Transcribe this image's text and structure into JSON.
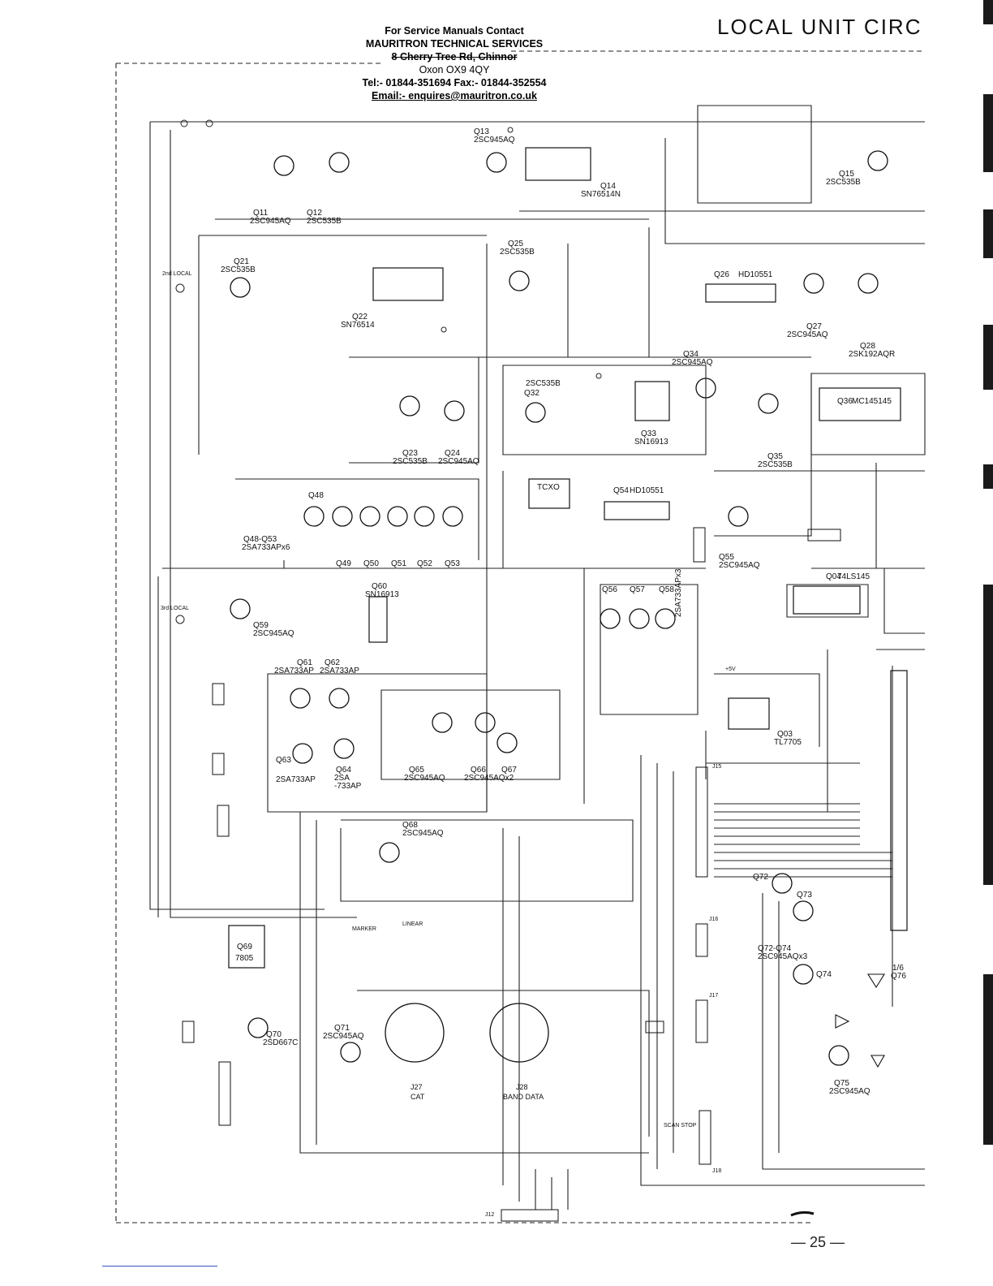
{
  "header": {
    "line1": "For Service Manuals Contact",
    "line2": "MAURITRON TECHNICAL SERVICES",
    "line3": "8 Cherry Tree Rd, Chinnor",
    "line4": "Oxon OX9 4QY",
    "line5": "Tel:- 01844-351694 Fax:- 01844-352554",
    "line6": "Email:- enquires@mauritron.co.uk"
  },
  "title": "LOCAL UNIT CIRC",
  "page_number": "— 25 —",
  "labels": {
    "q11": "Q11",
    "q11t": "2SC945AQ",
    "q12": "Q12",
    "q12t": "2SC535B",
    "q13": "Q13",
    "q13t": "2SC945AQ",
    "q14": "Q14",
    "q14t": "SN76514N",
    "q15": "Q15",
    "q15t": "2SC535B",
    "q21": "Q21",
    "q21t": "2SC535B",
    "q22": "Q22",
    "q22t": "SN76514",
    "q23": "Q23",
    "q23t": "2SC535B",
    "q24": "Q24",
    "q24t": "2SC945AQ",
    "q25": "Q25",
    "q25t": "2SC535B",
    "q26": "Q26",
    "q26t": "HD10551",
    "q27": "Q27",
    "q27t": "2SC945AQ",
    "q28": "Q28",
    "q28t": "2SK192AQR",
    "q32": "Q32",
    "q32t": "2SC535B",
    "q33": "Q33",
    "q33t": "SN16913",
    "q34": "Q34",
    "q34t": "2SC945AQ",
    "q35": "Q35",
    "q35t": "2SC535B",
    "q36": "Q36",
    "q36t": "MC145145",
    "q48": "Q48",
    "q48_53": "Q48-Q53",
    "q48_53t": "2SA733APx6",
    "q49": "Q49",
    "q50": "Q50",
    "q51": "Q51",
    "q52": "Q52",
    "q53": "Q53",
    "q54": "Q54",
    "q54t": "HD10551",
    "q55": "Q55",
    "q55t": "2SC945AQ",
    "q56": "Q56",
    "q57": "Q57",
    "q58": "Q58",
    "q56_58t": "2SA733APx3",
    "q59": "Q59",
    "q59t": "2SC945AQ",
    "q60": "Q60",
    "q60t": "SN16913",
    "q61": "Q61",
    "q61t": "2SA733AP",
    "q62": "Q62",
    "q62t": "2SA733AP",
    "q63": "Q63",
    "q64": "Q64",
    "q64t": "2SA",
    "q64t2": "-733AP",
    "q63t": "2SA733AP",
    "q65": "Q65",
    "q65t": "2SC945AQ",
    "q66": "Q66",
    "q66t": "2SC945AQx2",
    "q67": "Q67",
    "q68": "Q68",
    "q68t": "2SC945AQ",
    "q69": "Q69",
    "q69t": "7805",
    "q70": "Q70",
    "q70t": "2SD667C",
    "q71": "Q71",
    "q71t": "2SC945AQ",
    "q72": "Q72",
    "q73": "Q73",
    "q74": "Q74",
    "q72_74": "Q72-Q74",
    "q72_74t": "2SC945AQx3",
    "q75": "Q75",
    "q75t": "2SC945AQ",
    "q03": "Q03",
    "q03t": "TL7705",
    "q04": "Q04",
    "q04t": "74LS145",
    "tcxo": "TCXO",
    "j27": "J27",
    "cat": "CAT",
    "j28": "J28",
    "band": "BAND DATA",
    "marker": "MARKER",
    "linear": "LINEAR",
    "local2": "2nd LOCAL",
    "local3": "3rd LOCAL",
    "i76": "1/6",
    "i76b": "Q76",
    "pwr": "+5V",
    "scanstop": "SCAN STOP",
    "j15": "J15",
    "j16": "J16",
    "j17": "J17",
    "j18": "J18",
    "j12": "J12"
  }
}
